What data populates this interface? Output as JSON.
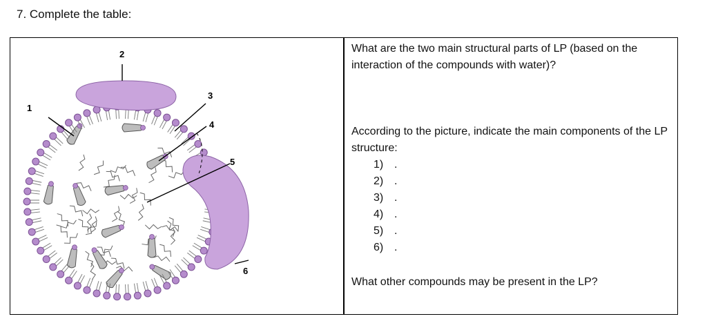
{
  "heading": "7. Complete the table:",
  "diagram": {
    "labels": [
      "1",
      "2",
      "3",
      "4",
      "5",
      "6"
    ]
  },
  "right": {
    "question1": "What are the two main structural parts of LP (based on the interaction of the compounds with water)?",
    "question2": "According to the picture, indicate the main components of the LP structure:",
    "items": [
      {
        "num": "1)",
        "blank": "."
      },
      {
        "num": "2)",
        "blank": "."
      },
      {
        "num": "3)",
        "blank": "."
      },
      {
        "num": "4)",
        "blank": "."
      },
      {
        "num": "5)",
        "blank": "."
      },
      {
        "num": "6)",
        "blank": "."
      }
    ],
    "question3": "What other compounds may be present in the LP?"
  }
}
